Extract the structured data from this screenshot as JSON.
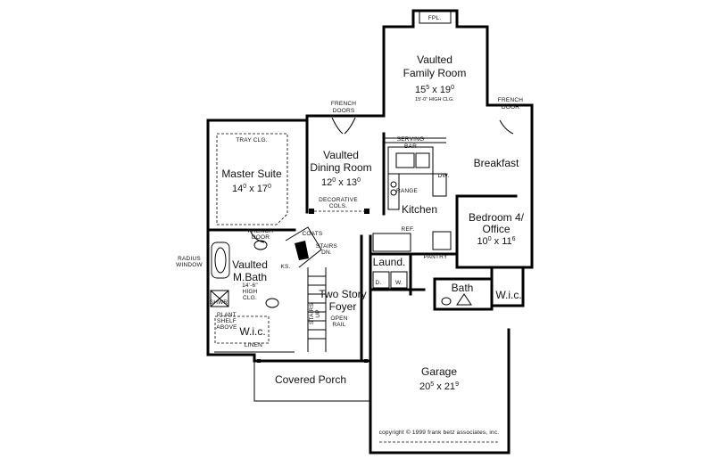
{
  "rooms": {
    "family_room": {
      "line1": "Vaulted",
      "line2": "Family Room",
      "dim_a": "15",
      "dim_a_sup": "5",
      "dim_b": "19",
      "dim_b_sup": "0",
      "note": "15'-0\" HIGH CLG."
    },
    "dining_room": {
      "line1": "Vaulted",
      "line2": "Dining Room",
      "dim_a": "12",
      "dim_a_sup": "0",
      "dim_b": "13",
      "dim_b_sup": "0"
    },
    "master_suite": {
      "line1": "Master Suite",
      "dim_a": "14",
      "dim_a_sup": "0",
      "dim_b": "17",
      "dim_b_sup": "0"
    },
    "master_bath": {
      "line1": "Vaulted",
      "line2": "M.Bath"
    },
    "breakfast": {
      "line1": "Breakfast"
    },
    "kitchen": {
      "line1": "Kitchen"
    },
    "bedroom4": {
      "line1": "Bedroom 4/",
      "line2": "Office",
      "dim_a": "10",
      "dim_a_sup": "0",
      "dim_b": "11",
      "dim_b_sup": "6"
    },
    "laundry": {
      "line1": "Laund."
    },
    "bath": {
      "line1": "Bath"
    },
    "wic_right": {
      "line1": "W.i.c."
    },
    "wic_master": {
      "line1": "W.i.c."
    },
    "foyer": {
      "line1": "Two Story",
      "line2": "Foyer"
    },
    "porch": {
      "line1": "Covered Porch"
    },
    "garage": {
      "line1": "Garage",
      "dim_a": "20",
      "dim_a_sup": "5",
      "dim_b": "21",
      "dim_b_sup": "9"
    }
  },
  "notes": {
    "fpl": "FPL.",
    "french_doors": [
      "FRENCH",
      "DOORS"
    ],
    "french_door_right": [
      "FRENCH",
      "DOOR"
    ],
    "tray_clg": "TRAY CLG.",
    "serving_bar": [
      "SERVING",
      "BAR"
    ],
    "dw": "DW.",
    "range": "RANGE",
    "decorative_cols": [
      "DECORATIVE",
      "COLS."
    ],
    "french_door_master": [
      "FRENCH",
      "DOOR"
    ],
    "coats": "COATS",
    "stairs_dn": [
      "STAIRS",
      "DN."
    ],
    "ref": "REF.",
    "pantry": "PANTRY",
    "radius_window": [
      "RADIUS",
      "WINDOW"
    ],
    "ks": "KS.",
    "high_clg": [
      "14'-6\"",
      "HIGH",
      "CLG."
    ],
    "d": "D.",
    "w": "W.",
    "shwr": "SHWR.",
    "plant_shelf": [
      "PLANT",
      "SHELF",
      "ABOVE"
    ],
    "stairs_up": [
      "STAIRS",
      "UP"
    ],
    "open_rail": [
      "OPEN",
      "RAIL"
    ],
    "linen": "LINEN",
    "copyright": "copyright © 1999 frank betz associates, inc."
  },
  "colors": {
    "ink": "#000000",
    "paper": "#ffffff"
  }
}
